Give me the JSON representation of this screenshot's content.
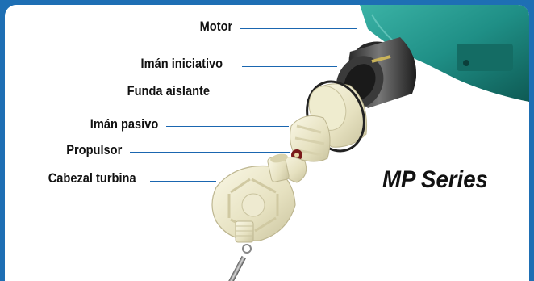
{
  "labels": {
    "motor": "Motor",
    "iman_iniciativo": "Imán iniciativo",
    "funda_aislante": "Funda aislante",
    "iman_pasivo": "Imán pasivo",
    "propulsor": "Propulsor",
    "cabezal_turbina": "Cabezal turbina"
  },
  "series_title": "MP Series",
  "colors": {
    "frame_border": "#1e6fb4",
    "leader_line": "#1a66b0",
    "motor_body": "#1f8f86",
    "pump_parts": "#ece8c8"
  }
}
